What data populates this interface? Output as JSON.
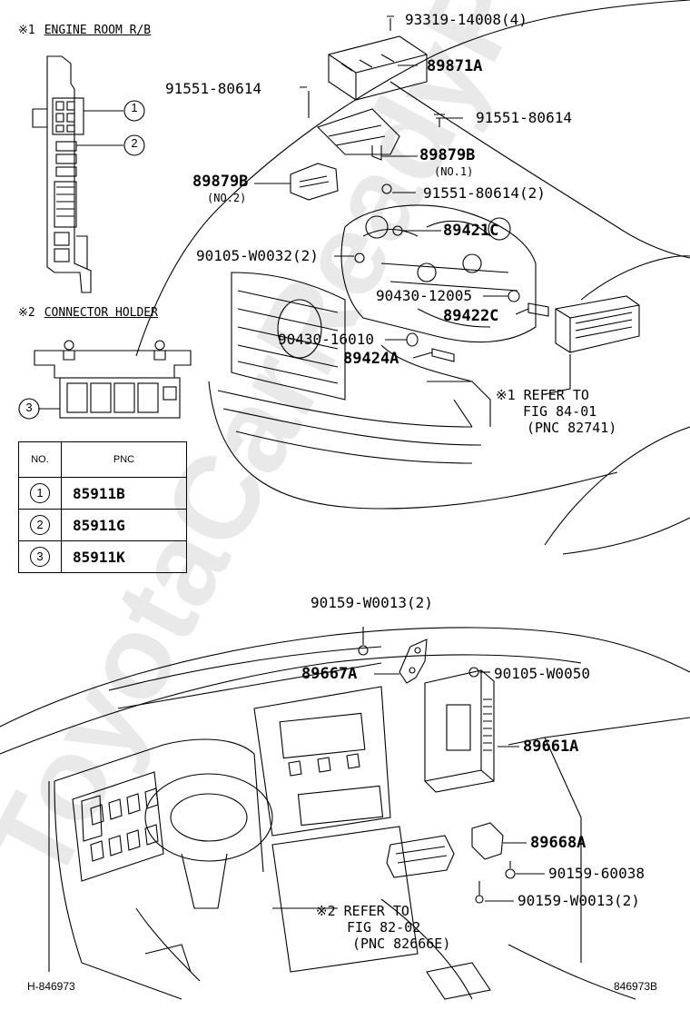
{
  "insets": {
    "engine_room": {
      "marker": "※1",
      "title": "ENGINE ROOM R/B",
      "callouts": [
        "1",
        "2"
      ]
    },
    "connector_holder": {
      "marker": "※2",
      "title": "CONNECTOR HOLDER",
      "callouts": [
        "3"
      ]
    }
  },
  "pnc_table": {
    "headers": {
      "no": "NO.",
      "pnc": "PNC"
    },
    "rows": [
      {
        "no": "1",
        "pnc": "85911B"
      },
      {
        "no": "2",
        "pnc": "85911G"
      },
      {
        "no": "3",
        "pnc": "85911K"
      }
    ]
  },
  "engine_parts": {
    "p93319": "93319-14008(4)",
    "p89871A": "89871A",
    "p91551_left": "91551-80614",
    "p91551_right": "91551-80614",
    "p89879B_right": "89879B",
    "p89879B_right_sub": "(NO.1)",
    "p89879B_left": "89879B",
    "p89879B_left_sub": "(NO.2)",
    "p91551_2": "91551-80614(2)",
    "p89421C": "89421C",
    "p90105": "90105-W0032(2)",
    "p90430_12005": "90430-12005",
    "p89422C": "89422C",
    "p90430_16010": "90430-16010",
    "p89424A": "89424A"
  },
  "engine_ref": {
    "line1": "※1 REFER TO",
    "line2": "FIG 84-01",
    "line3": "(PNC 82741)"
  },
  "dash_parts": {
    "p90159_top": "90159-W0013(2)",
    "p89667A": "89667A",
    "p90105_W0050": "90105-W0050",
    "p89661A": "89661A",
    "p89668A": "89668A",
    "p90159_60038": "90159-60038",
    "p90159_bottom": "90159-W0013(2)"
  },
  "dash_ref": {
    "line1": "※2 REFER TO",
    "line2": "FIG 82-02",
    "line3": "(PNC 82666E)"
  },
  "footer": {
    "left_code": "H-846973",
    "right_code": "846973B"
  },
  "watermark": {
    "text": "ToyotaCarReadyParts"
  },
  "colors": {
    "ink": "#000000",
    "watermark": "#e9e9e9"
  }
}
